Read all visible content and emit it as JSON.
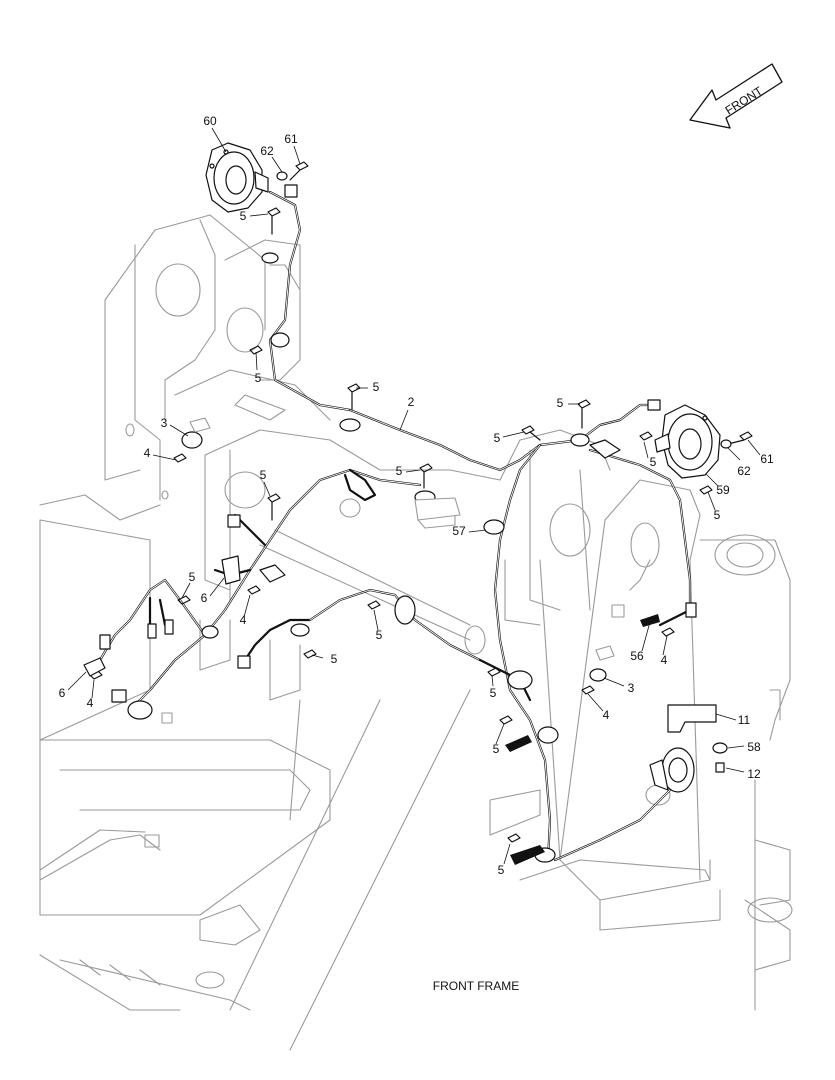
{
  "direction_arrow": {
    "label": "FRONT"
  },
  "caption": "FRONT FRAME",
  "callouts": [
    {
      "id": "c60a",
      "text": "60"
    },
    {
      "id": "c62a",
      "text": "62"
    },
    {
      "id": "c61a",
      "text": "61"
    },
    {
      "id": "c5a",
      "text": "5"
    },
    {
      "id": "c5b",
      "text": "5"
    },
    {
      "id": "c5c",
      "text": "5"
    },
    {
      "id": "c2",
      "text": "2"
    },
    {
      "id": "c3a",
      "text": "3"
    },
    {
      "id": "c4a",
      "text": "4"
    },
    {
      "id": "c5d",
      "text": "5"
    },
    {
      "id": "c5e",
      "text": "5"
    },
    {
      "id": "c5f",
      "text": "5"
    },
    {
      "id": "c5g",
      "text": "5"
    },
    {
      "id": "c5h",
      "text": "5"
    },
    {
      "id": "c57",
      "text": "57"
    },
    {
      "id": "c62b",
      "text": "62"
    },
    {
      "id": "c61b",
      "text": "61"
    },
    {
      "id": "c59",
      "text": "59"
    },
    {
      "id": "c5i",
      "text": "5"
    },
    {
      "id": "c5j",
      "text": "5"
    },
    {
      "id": "c6a",
      "text": "6"
    },
    {
      "id": "c4b",
      "text": "4"
    },
    {
      "id": "c5k",
      "text": "5"
    },
    {
      "id": "c5l",
      "text": "5"
    },
    {
      "id": "c6b",
      "text": "6"
    },
    {
      "id": "c4c",
      "text": "4"
    },
    {
      "id": "c56",
      "text": "56"
    },
    {
      "id": "c4d",
      "text": "4"
    },
    {
      "id": "c5m",
      "text": "5"
    },
    {
      "id": "c3b",
      "text": "3"
    },
    {
      "id": "c4e",
      "text": "4"
    },
    {
      "id": "c11",
      "text": "11"
    },
    {
      "id": "c5n",
      "text": "5"
    },
    {
      "id": "c58",
      "text": "58"
    },
    {
      "id": "c12",
      "text": "12"
    },
    {
      "id": "c5o",
      "text": "5"
    }
  ]
}
